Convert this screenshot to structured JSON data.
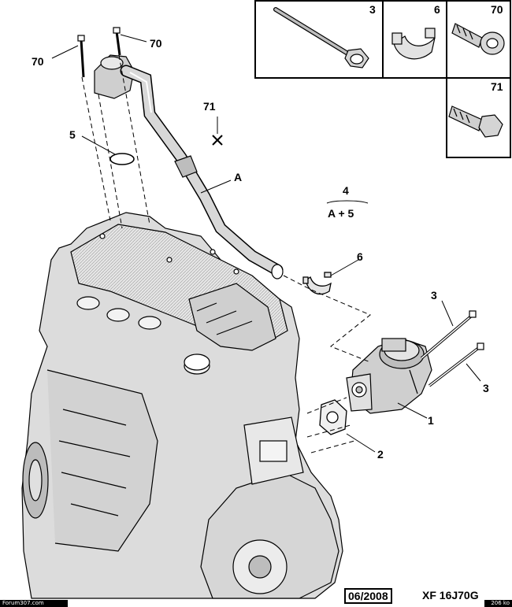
{
  "callouts": {
    "c70a": "70",
    "c70b": "70",
    "c71": "71",
    "c5": "5",
    "cA": "A",
    "frac_top": "4",
    "frac_bottom": "A + 5",
    "c6": "6",
    "c3a": "3",
    "c3b": "3",
    "c1": "1",
    "c2": "2"
  },
  "parts_box": {
    "p3": "3",
    "p6": "6",
    "p70": "70",
    "p71": "71"
  },
  "footer": {
    "date": "06/2008",
    "reference": "XF 16J70G",
    "site": "Forum307.com",
    "size": "206 ko"
  }
}
